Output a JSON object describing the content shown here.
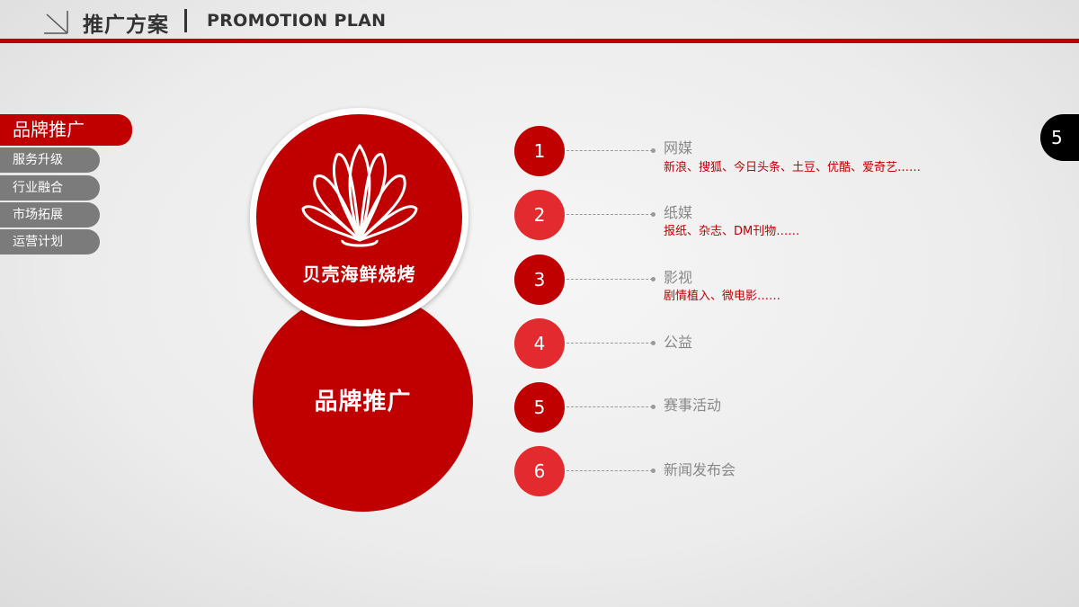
{
  "header": {
    "title": "推广方案",
    "separator": "|",
    "subtitle": "PROMOTION PLAN",
    "icon": "arrow-down-right-icon",
    "accent_color": "#c00000"
  },
  "side_nav": {
    "active": {
      "label": "品牌推广"
    },
    "items": [
      {
        "label": "服务升级"
      },
      {
        "label": "行业融合"
      },
      {
        "label": "市场拓展"
      },
      {
        "label": "运营计划"
      }
    ]
  },
  "brand": {
    "logo_icon": "scallop-shell-icon",
    "name": "贝壳海鲜烧烤",
    "section_title": "品牌推广"
  },
  "channels": [
    {
      "number": "1",
      "title": "网媒",
      "desc": "新浪、搜狐、今日头条、土豆、优酷、爱奇艺……"
    },
    {
      "number": "2",
      "title": "纸媒",
      "desc": "报纸、杂志、DM刊物……"
    },
    {
      "number": "3",
      "title": "影视",
      "desc": "剧情植入、微电影……"
    },
    {
      "number": "4",
      "title": "公益",
      "desc": ""
    },
    {
      "number": "5",
      "title": "赛事活动",
      "desc": ""
    },
    {
      "number": "6",
      "title": "新闻发布会",
      "desc": ""
    }
  ],
  "page": {
    "number": "5"
  },
  "colors": {
    "dark_red": "#c00000",
    "light_red": "#e32b2f",
    "gray_tab": "#7b7b7b"
  }
}
